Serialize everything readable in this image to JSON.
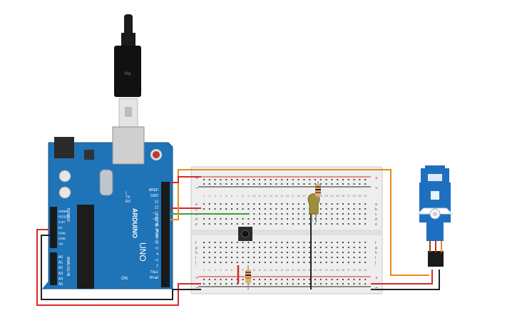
{
  "arduino": {
    "brand": "ARDUINO",
    "model": "UNO",
    "on_label": "ON",
    "tx_label": "TX",
    "rx_label": "RX",
    "l_label": "L",
    "digital_label": "DIGITAL (PWM~)",
    "power_label": "POWER",
    "analog_label": "ANALOG IN",
    "digital_pins": [
      "AREF",
      "GND",
      "13",
      "12",
      "~11",
      "~10",
      "~9",
      "8",
      "7",
      "~6",
      "~5",
      "4",
      "~3",
      "2",
      "TX▸1",
      "RX◂0"
    ],
    "power_pins": [
      "IOREF",
      "RESET",
      "3.3V",
      "5V",
      "GND",
      "GND",
      "Vin"
    ],
    "analog_pins": [
      "A0",
      "A1",
      "A2",
      "A3",
      "A4",
      "A5"
    ]
  },
  "breadboard": {
    "rows_top": [
      "a",
      "b",
      "c",
      "d",
      "e"
    ],
    "rows_bottom": [
      "f",
      "g",
      "h",
      "i",
      "j"
    ],
    "col_numbers": [
      "1",
      "2",
      "3",
      "4",
      "5",
      "6",
      "7",
      "8",
      "9",
      "10",
      "11",
      "12",
      "13",
      "14",
      "15",
      "16",
      "17",
      "18",
      "19",
      "20",
      "21",
      "22",
      "23",
      "24",
      "25",
      "26",
      "27",
      "28",
      "29",
      "30"
    ],
    "plus": "+",
    "minus": "−"
  },
  "colors": {
    "board": "#1f73b7",
    "wire_red": "#d42a2a",
    "wire_black": "#222222",
    "wire_green": "#3aa03a",
    "wire_orange": "#e88a1a",
    "servo": "#1e6fc0"
  },
  "components": {
    "usb_cable": "usb-cable",
    "pushbutton": "pushbutton",
    "led": "led",
    "resistor": "resistor",
    "capacitor": "capacitor",
    "servo": "servo-motor"
  }
}
